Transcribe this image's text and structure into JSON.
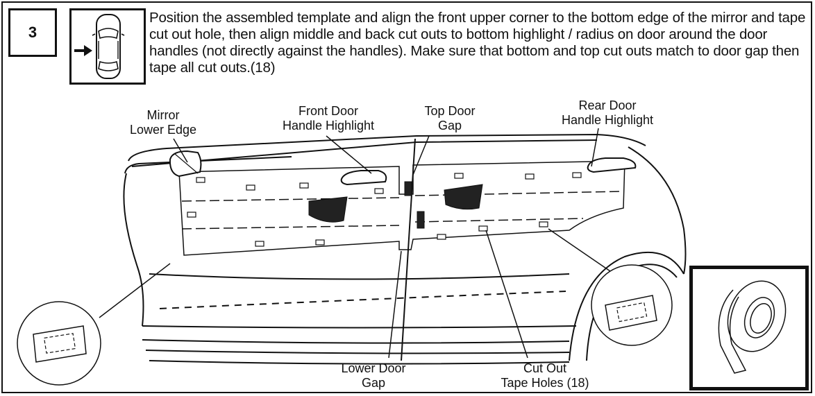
{
  "step": {
    "number": "3",
    "instructions": "Position the assembled template and align the front upper corner to the bottom edge of the mirror and tape cut out hole, then align middle and back cut outs to bottom highlight / radius on door around the door handles (not directly against the handles).  Make sure that bottom and top cut outs match to door gap then tape all cut outs.(18)"
  },
  "callouts": {
    "mirror": [
      "Mirror",
      "Lower Edge"
    ],
    "front_handle": [
      "Front Door",
      "Handle Highlight"
    ],
    "top_gap": [
      "Top Door",
      "Gap"
    ],
    "rear_handle": [
      "Rear Door",
      "Handle Highlight"
    ],
    "lower_gap": [
      "Lower Door",
      "Gap"
    ],
    "cut_out": [
      "Cut Out",
      "Tape Holes (18)"
    ]
  },
  "icons": {
    "car": "car-top-view-icon",
    "pointer": "arrow-right-icon",
    "tape": "tape-roll-icon",
    "detail": "taped-cutout-detail-icon"
  }
}
